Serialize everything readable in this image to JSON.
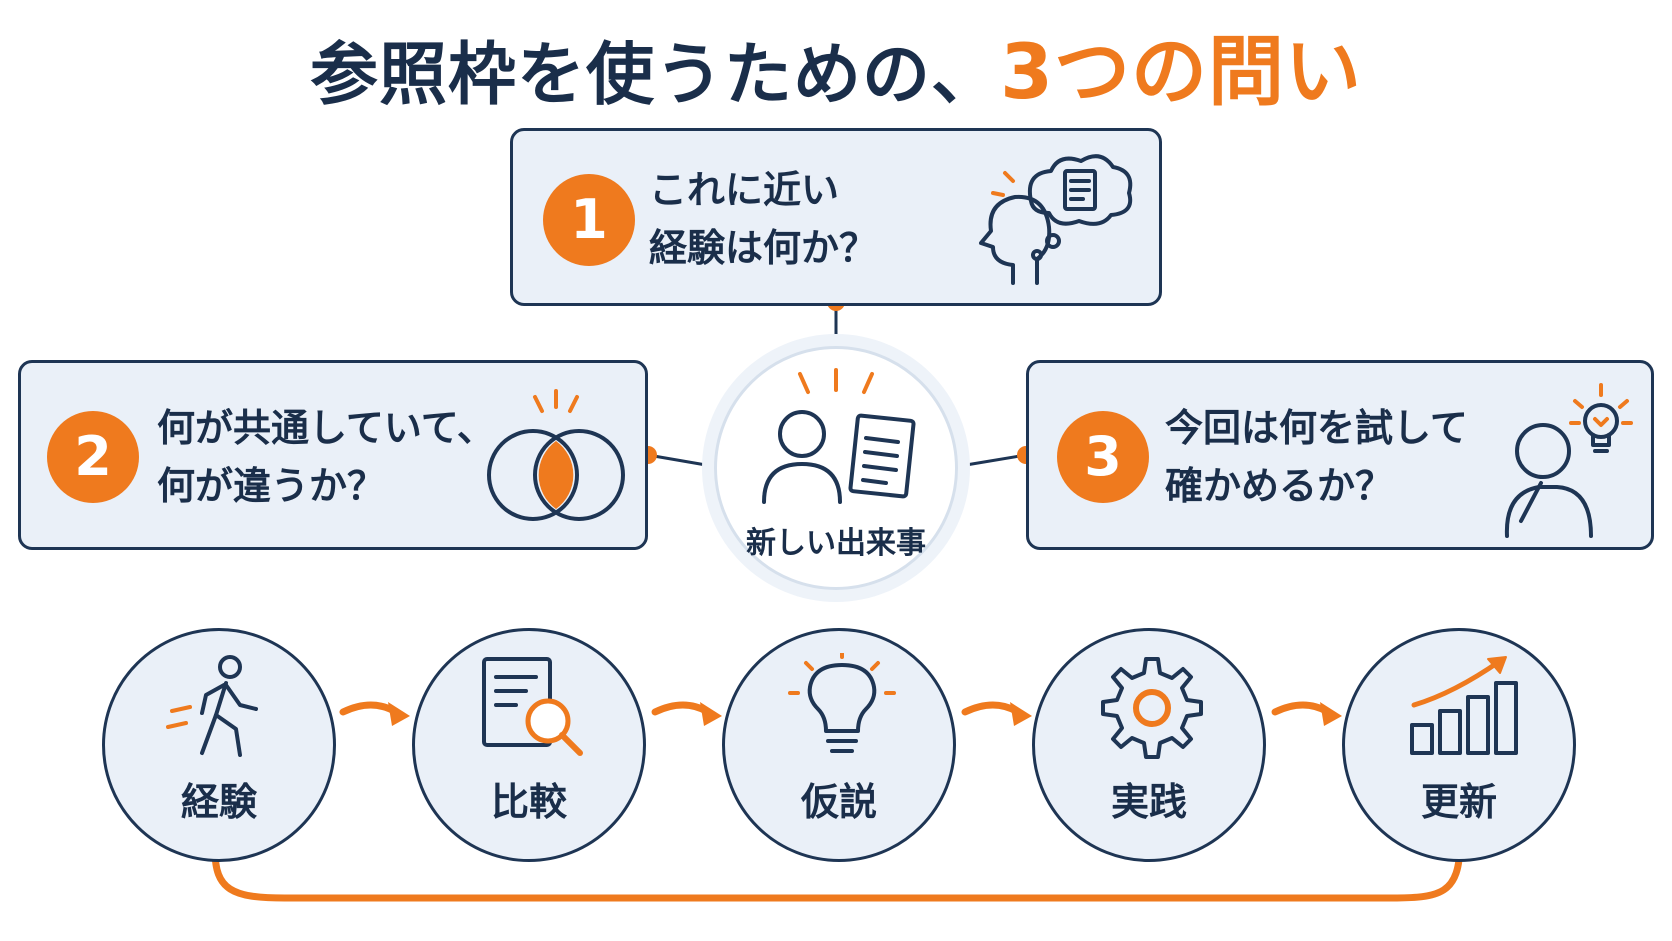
{
  "title": {
    "main": "参照枠を使うための、",
    "accent": "3つの問い"
  },
  "questions": [
    {
      "number": "1",
      "lines": [
        "これに近い",
        "経験は何か？"
      ],
      "icon": "thinking-head-icon"
    },
    {
      "number": "2",
      "lines": [
        "何が共通していて、",
        "何が違うか？"
      ],
      "icon": "venn-diagram-icon"
    },
    {
      "number": "3",
      "lines": [
        "今回は何を試して",
        "確かめるか？"
      ],
      "icon": "person-lightbulb-icon"
    }
  ],
  "center": {
    "label": "新しい出来事",
    "icon": "person-document-icon"
  },
  "cycle": [
    {
      "label": "経験",
      "icon": "walking-person-icon"
    },
    {
      "label": "比較",
      "icon": "document-magnifier-icon"
    },
    {
      "label": "仮説",
      "icon": "lightbulb-icon"
    },
    {
      "label": "実践",
      "icon": "gear-icon"
    },
    {
      "label": "更新",
      "icon": "growth-chart-icon"
    }
  ],
  "colors": {
    "navy": "#1e3554",
    "orange": "#ef7a1e",
    "card_bg": "#eaf0f8"
  }
}
